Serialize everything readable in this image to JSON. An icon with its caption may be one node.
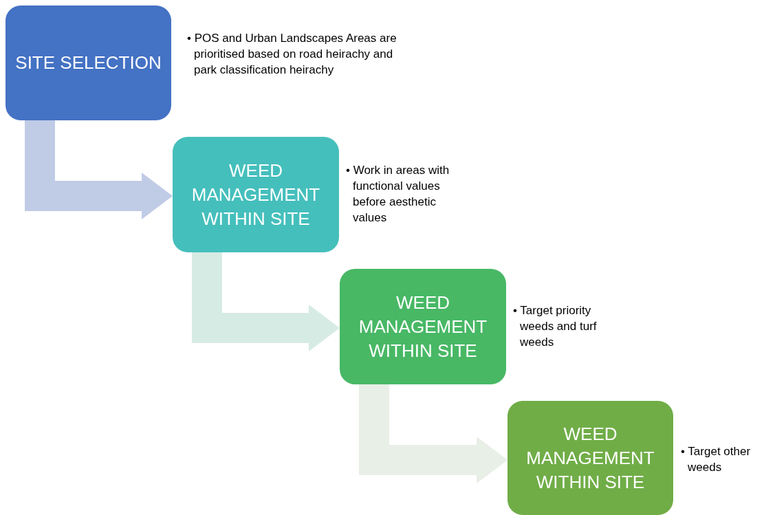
{
  "diagram": {
    "nodes": [
      {
        "text": [
          "SITE SELECTION"
        ],
        "beside": [
          "• POS and Urban Landscapes Areas are prioritised based on road heirachy and park classification heirachy"
        ]
      },
      {
        "text": [
          "WEED MANAGEMENT WITHIN SITE"
        ],
        "beside": [
          "• Work in areas with functional values before aesthetic values"
        ]
      },
      {
        "text": [
          "WEED MANAGEMENT WITHIN SITE"
        ],
        "beside": [
          "• Target priority weeds and turf weeds"
        ]
      },
      {
        "text": [
          "WEED MANAGEMENT WITHIN SITE"
        ],
        "beside": [
          "• Target other weeds"
        ]
      }
    ],
    "edges": [
      {
        "from": 0,
        "to": 1,
        "arrow": "to",
        "color": "#c0cbe6"
      },
      {
        "from": 1,
        "to": 2,
        "arrow": "to",
        "color": "#d6ebe4"
      },
      {
        "from": 2,
        "to": 3,
        "arrow": "to",
        "color": "#e8efe6"
      }
    ]
  }
}
